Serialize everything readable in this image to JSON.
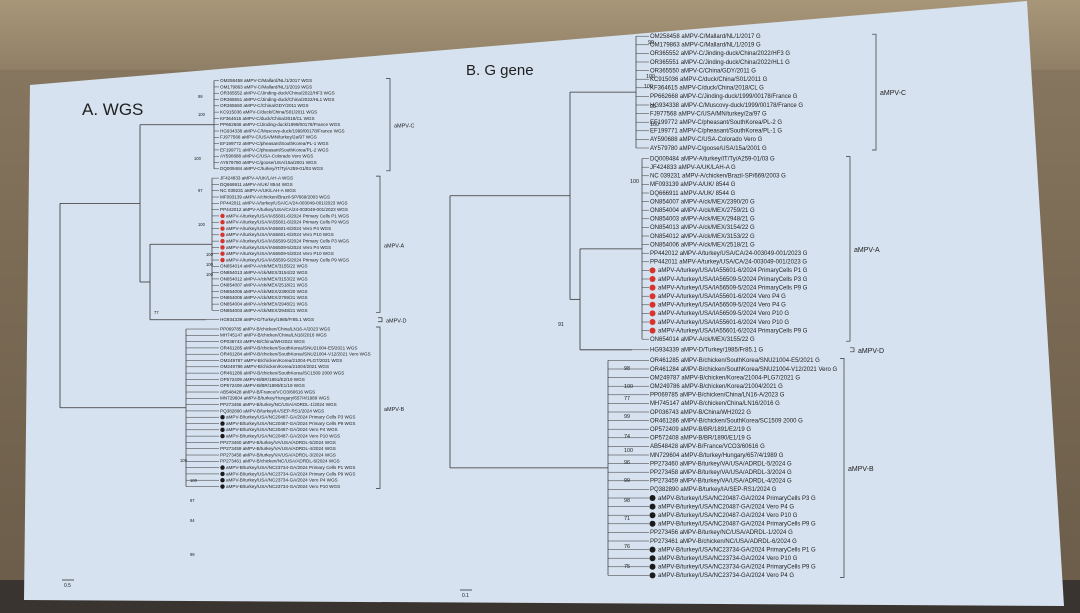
{
  "panels": [
    {
      "title": "A. WGS",
      "scale_label": "0.5",
      "clades": [
        {
          "label": "aMPV-C",
          "leaves": [
            "OM258458 aMPV-C/Mallard/NL/1/2017 WGS",
            "OM179863 aMPV-C/Mallard/NL/1/2019 WGS",
            "OR365552 aMPV-C/Jinding-duck/China/2022/HF3 WGS",
            "OR365551 aMPV-C/Jinding-duck/China/2022/HL1 WGS",
            "OR365550 aMPV-C/China/GDY/2011 WGS",
            "KC915036 aMPV-C/duck/China/S01/2011 WGS",
            "KF364615 aMPV-C/duck/China/2018/CL WGS",
            "PP662668 aMPV-C/Jinding-duck/1999/00178/France WGS",
            "HG934338 aMPV-C/Muscovy-duck/1999/00178/France WGS",
            "FJ977568 aMPV-C/USA/MN/turkey/2a/97 WGS",
            "EF199772 aMPV-C/pheasant/SouthKorea/PL-1 WGS",
            "EF199771 aMPV-C/pheasant/SouthKorea/PL-2 WGS",
            "AY590688 aMPV-C/USA-Colorado Vero WGS",
            "AY579780 aMPV-C/goose/USA/15a/2001 WGS",
            "DQ009484 aMPV-C/turkey/IT/Ty/A259-01/03 WGS"
          ],
          "marked": []
        },
        {
          "label": "aMPV-A",
          "leaves": [
            "JF424833 aMPV-A/UK/LAH-A WGS",
            "DQ666911 aMPV-A/UK/ 8544 WGS",
            "NC 039231 aMPV-A/UK/LAH-A WGS",
            "MF093139 aMPV-A/chicken/Brazil-SP/669/2003 WGS",
            "PP442011 aMPV-A/turkey/USA/CA/24-003049-001/2023 WGS",
            "PP442012 aMPV-A/turkey/USA/CA/24-003049-001/2023 WGS",
            "aMPV-A/turkey/USA/IA55601-6/2024 Primary Cells P1 WGS",
            "aMPV-A/turkey/USA/IA55601-6/2024 Primary Cells P9 WGS",
            "aMPV-A/turkey/USA/IA55601-6/2024 Vero P4 WGS",
            "aMPV-A/turkey/USA/IA55601-6/2024 Vero P10 WGS",
            "aMPV-A/turkey/USA/IA56509-5/2024 Primary Cells P3 WGS",
            "aMPV-A/turkey/USA/IA56509-5/2024 Vero P4 WGS",
            "aMPV-A/turkey/USA/IA56509-5/2024 Vero P10 WGS",
            "aMPV-A/turkey/USA/IA56509-5/2024 Primary Cells P9 WGS",
            "ON854014 aMPV-A/ck/MEX/3155/22 WGS",
            "ON854013 aMPV-A/ck/MEX/3154/22 WGS",
            "ON854012 aMPV-A/ck/MEX/3153/22 WGS",
            "ON854007 aMPV-A/ck/MEX/2518/21 WGS",
            "ON854006 aMPV-A/ck/MEX/2390/20 WGS",
            "ON854005 aMPV-A/ck/MEX/2759/21 WGS",
            "ON854004 aMPV-A/ck/MEX/2948/21 WGS",
            "ON854003 aMPV-A/ck/MEX/2948/21 WGS"
          ],
          "marked": [
            6,
            7,
            8,
            9,
            10,
            11,
            12,
            13
          ]
        },
        {
          "label": "aMPV-D",
          "leaves": [
            "HG934339 aMPV-D/Turkey/1985/Fr85.1 WGS"
          ],
          "marked": []
        },
        {
          "label": "aMPV-B",
          "leaves": [
            "PP069785 aMPV-B/chicken/China/LN16-A/2023 WGS",
            "MH745147 aMPV-B/chicken/China/LN16/2016 WGS",
            "OP036743 aMPV-B/China/WH2022 WGS",
            "OR461285 aMPV-B/chicken/SouthKorea/SNU21004-E5/2021 WGS",
            "OR461284 aMPV-B/chicken/SouthKorea/SNU21004-V12/2021 Vero WGS",
            "OM249787 aMPV-B/chicken/Korea/21004-PLG7/2021 WGS",
            "OM249786 aMPV-B/chicken/Korea/21004/2021 WGS",
            "OR461286 aMPV-B/chicken/SouthKorea/SC1509 2000 WGS",
            "OP572409 aMPV-B/BR/1891/E2/19 WGS",
            "OP572408 aMPV-B/BR/1890/E1/19 WGS",
            "AB548428 aMPV-B/France/VCO3/60616 WGS",
            "MN729604 aMPV-B/turkey/Hungary/657/4/1989 WGS",
            "PP273456 aMPV-B/turkey/NC/USA/ADRDL-1/2024 WGS",
            "PQ382890 aMPV-B/turkey/IA/SEP-RS1/2024 WGS",
            "aMPV-B/turkey/USA/NC20487-GA/2024 Primary Cells P3 WGS",
            "aMPV-B/turkey/USA/NC20487-GA/2024 Primary Cells P9 WGS",
            "aMPV-B/turkey/USA/NC20487-GA/2024 Vero P4 WGS",
            "aMPV-B/turkey/USA/NC20487-GA/2024 Vero P10 WGS",
            "PP273460 aMPV-B/turkey/VA/USA/ADRDL-5/2024 WGS",
            "PP273459 aMPV-B/turkey/VA/USA/ADRDL-4/2024 WGS",
            "PP273458 aMPV-B/turkey/VA/USA/ADRDL-3/2024 WGS",
            "PP273461 aMPV-B/chicken/NC/USA/ADRDL-6/2024 WGS",
            "aMPV-B/turkey/USA/NC23734-GA/2024 Primary Cells P1 WGS",
            "aMPV-B/turkey/USA/NC23734-GA/2024 Primary Cells P9 WGS",
            "aMPV-B/turkey/USA/NC23734-GA/2024 Vero P4 WGS",
            "aMPV-B/turkey/USA/NC23734-GA/2024 Vero P10 WGS"
          ],
          "marked": [
            14,
            15,
            16,
            17,
            22,
            23,
            24,
            25
          ]
        }
      ],
      "bootstrap": [
        "99",
        "100",
        "100",
        "97",
        "100",
        "77",
        "100",
        "100",
        "100",
        "100",
        "100",
        "97",
        "94",
        "99"
      ]
    },
    {
      "title": "B. G gene",
      "scale_label": "0.1",
      "clades": [
        {
          "label": "aMPV-C",
          "leaves": [
            "OM258458 aMPV-C/Mallard/NL/1/2017 G",
            "OM179863 aMPV-C/Mallard/NL/1/2019 G",
            "OR365552 aMPV-C/Jinding-duck/China/2022/HF3 G",
            "OR365551 aMPV-C/Jinding-duck/China/2022/HL1 G",
            "OR365550 aMPV-C/China/GDY/2011 G",
            "KC915036 aMPV-C/duck/China/S01/2011 G",
            "KF364615 aMPV-C/duck/China/2018/CL G",
            "PP662668 aMPV-C/Jinding-duck/1999/00178/France G",
            "HG934338 aMPV-C/Muscovy-duck/1999/00178/France G",
            "FJ977568 aMPV-C/USA/MN/turkey/2a/97 G",
            "EF199772 aMPV-C/pheasant/SouthKorea/PL-2 G",
            "EF199771 aMPV-C/pheasant/SouthKorea/PL-1 G",
            "AY590688 aMPV-C/USA-Colorado Vero G",
            "AY579780 aMPV-C/goose/USA/15a/2001 G"
          ],
          "marked": []
        },
        {
          "label": "aMPV-A",
          "leaves": [
            "DQ009484 aMPV-A/turkey/IT/Ty/A259-01/03 G",
            "JF424833 aMPV-A/UK/LAH-A G",
            "NC 039231 aMPV-A/chicken/Brazil-SP/669/2003 G",
            "MF093139 aMPV-A/UK/ 8544 G",
            "DQ666911 aMPV-A/UK/ 8544 G",
            "ON854007 aMPV-A/ck/MEX/2390/20 G",
            "ON854004 aMPV-A/ck/MEX/2759/21 G",
            "ON854003 aMPV-A/ck/MEX/2948/21 G",
            "ON854013 aMPV-A/ck/MEX/3154/22 G",
            "ON854012 aMPV-A/ck/MEX/3153/22 G",
            "ON854006 aMPV-A/ck/MEX/2518/21 G",
            "PP442012 aMPV-A/turkey/USA/CA/24-003049-001/2023 G",
            "PP442011 aMPV-A/turkey/USA/CA/24-003049-001/2023 G",
            "aMPV-A/turkey/USA/IA55601-6/2024 PrimaryCells P1 G",
            "aMPV-A/turkey/USA/IA56509-5/2024 PrimaryCells P3 G",
            "aMPV-A/turkey/USA/IA56509-5/2024 PrimaryCells P9 G",
            "aMPV-A/turkey/USA/IA55601-6/2024 Vero P4 G",
            "aMPV-A/turkey/USA/IA56509-5/2024 Vero P4 G",
            "aMPV-A/turkey/USA/IA56509-5/2024 Vero P10 G",
            "aMPV-A/turkey/USA/IA55601-6/2024 Vero P10 G",
            "aMPV-A/turkey/USA/IA55601-6/2024 PrimaryCells P9 G",
            "ON654014 aMPV-A/ck/MEX/3155/22 G"
          ],
          "marked": [
            13,
            14,
            15,
            16,
            17,
            18,
            19,
            20
          ]
        },
        {
          "label": "aMPV-D",
          "leaves": [
            "HG934339 aMPV-D/Turkey/1985/Fr85.1 G"
          ],
          "marked": []
        },
        {
          "label": "aMPV-B",
          "leaves": [
            "OR461285 aMPV-B/chicken/SouthKorea/SNU21004-E5/2021 G",
            "OR461284 aMPV-B/chicken/SouthKorea/SNU21004-V12/2021 Vero G",
            "OM249787 aMPV-B/chicken/Korea/21004-PLG7/2021 G",
            "OM249786 aMPV-B/chicken/Korea/21004/2021 G",
            "PP069785 aMPV-B/chicken/China/LN16-A/2023 G",
            "MH745147 aMPV-B/chicken/China/LN16/2016 G",
            "OP036743 aMPV-B/China/WH2022 G",
            "OR461286 aMPV-B/chicken/SouthKorea/SC1509 2000 G",
            "OP572409 aMPV-B/BR/1891/E2/19 G",
            "OP572408 aMPV-B/BR/1890/E1/19 G",
            "AB548428 aMPV-B/France/VCO3/60616 G",
            "MN729604 aMPV-B/turkey/Hungary/657/4/1989 G",
            "PP273460 aMPV-B/turkey/VA/USA/ADRDL-5/2024 G",
            "PP273458 aMPV-B/turkey/VA/USA/ADRDL-3/2024 G",
            "PP273459 aMPV-B/turkey/VA/USA/ADRDL-4/2024 G",
            "PQ382890 aMPV-B/turkey/IA/SEP-RS1/2024 G",
            "aMPV-B/turkey/USA/NC20487-GA/2024 PrimaryCells P3 G",
            "aMPV-B/turkey/USA/NC20487-GA/2024 Vero P4 G",
            "aMPV-B/turkey/USA/NC20487-GA/2024 Vero P10 G",
            "aMPV-B/turkey/USA/NC20487-GA/2024 PrimaryCells P9 G",
            "PP273456 aMPV-B/turkey/NC/USA/ADRDL-1/2024 G",
            "PP273461 aMPV-B/chicken/NC/USA/ADRDL-6/2024 G",
            "aMPV-B/turkey/USA/NC23734-GA/2024 PrimaryCells P1 G",
            "aMPV-B/turkey/USA/NC23734-GA/2024 Vero P10 G",
            "aMPV-B/turkey/USA/NC23734-GA/2024 PrimaryCells P9 G",
            "aMPV-B/turkey/USA/NC23734-GA/2024 Vero P4 G"
          ],
          "marked": [
            16,
            17,
            18,
            19,
            22,
            23,
            24,
            25
          ]
        }
      ],
      "bootstrap": [
        "99",
        "100",
        "100",
        "95",
        "100",
        "91",
        "100",
        "98",
        "100",
        "77",
        "99",
        "74",
        "100",
        "96",
        "99",
        "98",
        "71",
        "76",
        "75"
      ]
    }
  ],
  "colors": {
    "screen": "#d6e2ef",
    "branch": "#333333",
    "text": "#222222",
    "marker_A": "#d8342b",
    "marker_B": "#1a1a1a"
  }
}
